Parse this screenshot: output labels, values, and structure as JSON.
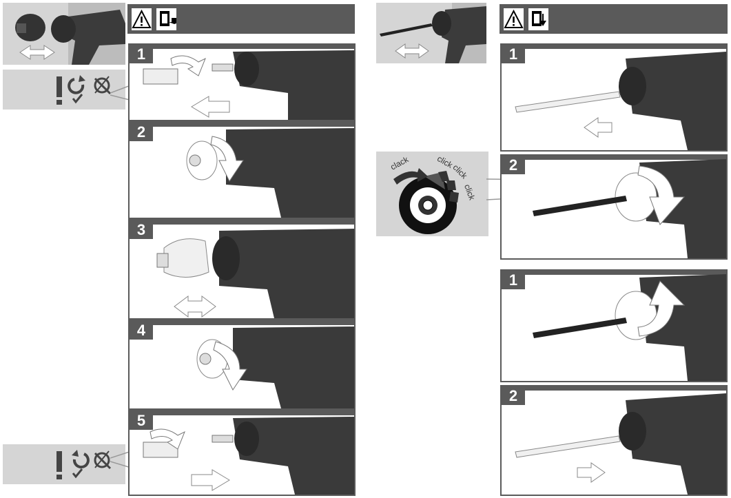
{
  "left": {
    "steps": [
      {
        "num": "1"
      },
      {
        "num": "2"
      },
      {
        "num": "3"
      },
      {
        "num": "4"
      },
      {
        "num": "5"
      }
    ]
  },
  "right": {
    "steps_top": [
      {
        "num": "1"
      },
      {
        "num": "2"
      }
    ],
    "steps_bottom": [
      {
        "num": "1"
      },
      {
        "num": "2"
      }
    ],
    "sounds": [
      "clack",
      "click",
      "click",
      "click"
    ]
  },
  "icons": {
    "warning": "warning-triangle-icon",
    "manual": "read-manual-icon",
    "remove_battery": "remove-battery-icon",
    "attention": "exclamation-icon",
    "rotate_left": "rotate-ccw-icon",
    "rotate_right": "rotate-cw-icon",
    "no_tool": "no-tool-icon",
    "arrow": "direction-arrow-icon"
  },
  "colors": {
    "header": "#5a5a5a",
    "panel_grey": "#d5d5d5",
    "tool_body": "#3a3a3a"
  }
}
